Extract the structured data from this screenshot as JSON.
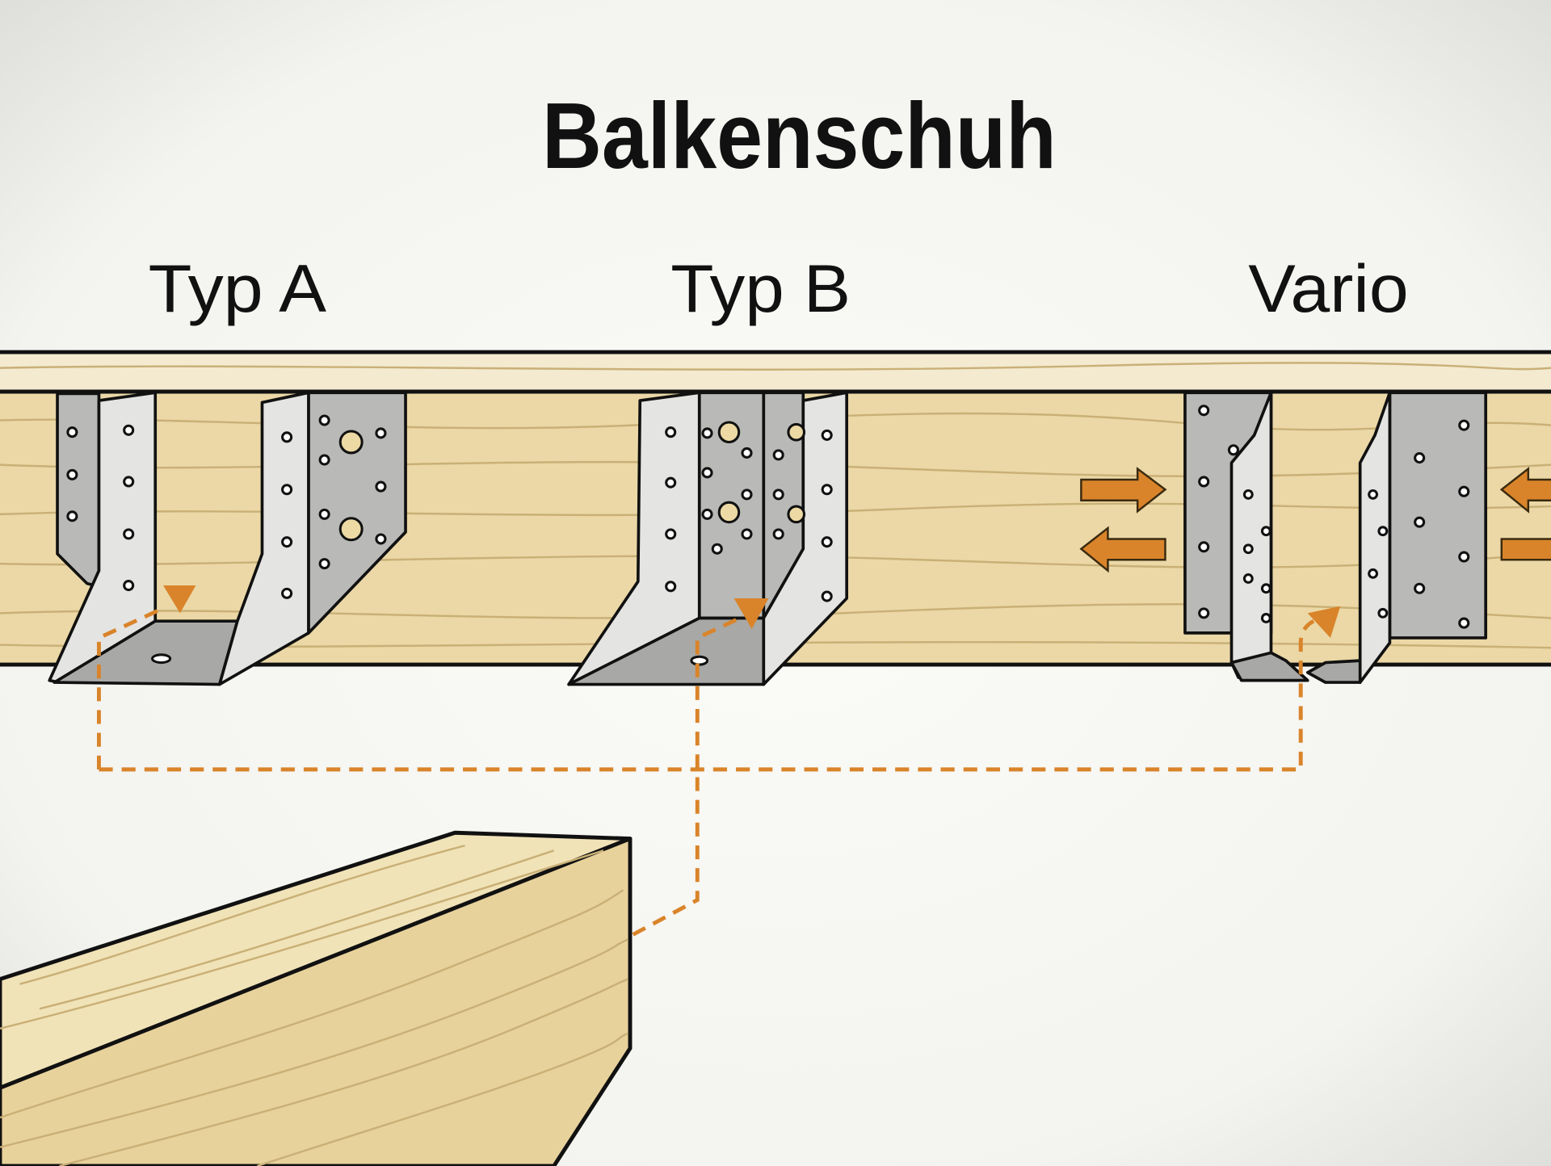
{
  "title": "Balkenschuh",
  "types": [
    {
      "label": "Typ A"
    },
    {
      "label": "Typ B"
    },
    {
      "label": "Vario"
    }
  ],
  "colors": {
    "accent": "#d9842a",
    "wood": "#ebd8a6",
    "steel": "#e4e4e2"
  }
}
